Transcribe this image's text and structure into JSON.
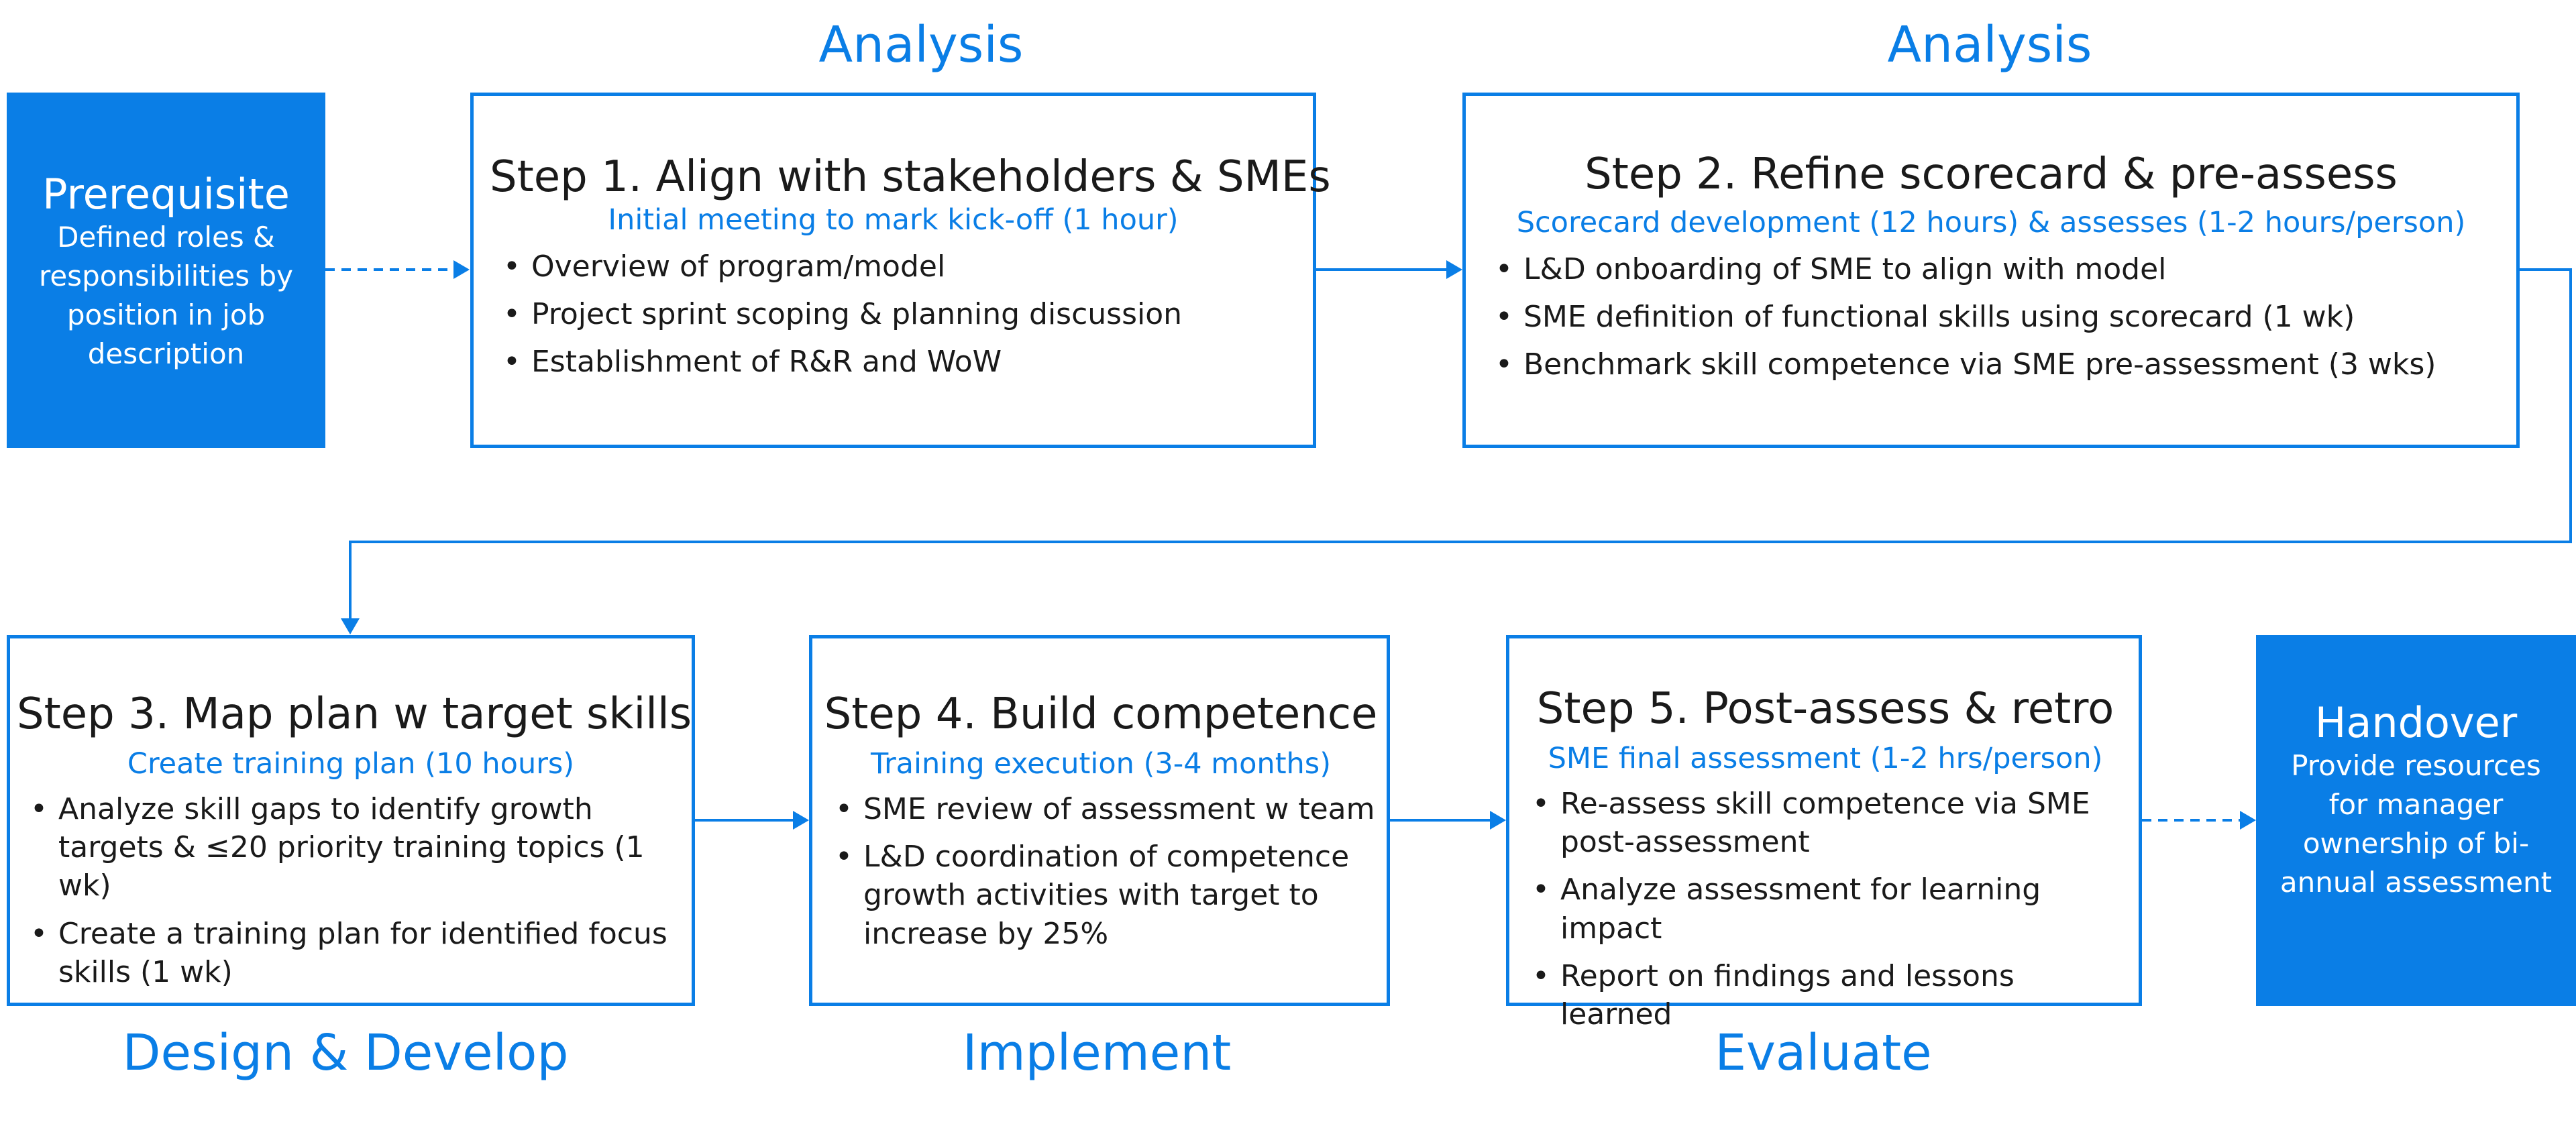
{
  "phases": {
    "top_left": "Analysis",
    "top_right": "Analysis",
    "bottom_1": "Design & Develop",
    "bottom_2": "Implement",
    "bottom_3": "Evaluate"
  },
  "prerequisite": {
    "title": "Prerequisite",
    "description": "Defined roles & responsibilities by position in job description"
  },
  "handover": {
    "title": "Handover",
    "description": "Provide resources for manager ownership of bi-annual assessment"
  },
  "steps": [
    {
      "title": "Step 1. Align with stakeholders & SMEs",
      "subtitle": "Initial meeting to mark kick-off (1 hour)",
      "bullets": [
        "Overview of program/model",
        "Project sprint scoping & planning discussion",
        "Establishment of R&R and WoW"
      ]
    },
    {
      "title": "Step 2. Refine scorecard & pre-assess",
      "subtitle": "Scorecard development (12 hours) & assesses (1-2 hours/person)",
      "bullets": [
        "L&D onboarding of SME to align with model",
        "SME definition of functional skills using scorecard (1 wk)",
        "Benchmark skill competence via SME pre-assessment (3 wks)"
      ]
    },
    {
      "title": "Step 3. Map plan w target skills",
      "subtitle": "Create training plan (10 hours)",
      "bullets": [
        "Analyze skill gaps to identify growth targets & ≤20 priority training topics (1 wk)",
        "Create a training plan for identified focus skills (1 wk)"
      ]
    },
    {
      "title": "Step 4. Build competence",
      "subtitle": "Training execution (3-4 months)",
      "bullets": [
        "SME review of assessment w team",
        "L&D coordination of competence growth activities with target to increase by 25%"
      ]
    },
    {
      "title": "Step 5. Post-assess & retro",
      "subtitle": "SME final assessment (1-2 hrs/person)",
      "bullets": [
        "Re-assess skill competence via SME post-assessment",
        "Analyze assessment for learning impact",
        "Report on findings and lessons learned"
      ]
    }
  ],
  "colors": {
    "accent": "#0a7ee6",
    "text": "#1a1a1a",
    "background": "#ffffff"
  }
}
